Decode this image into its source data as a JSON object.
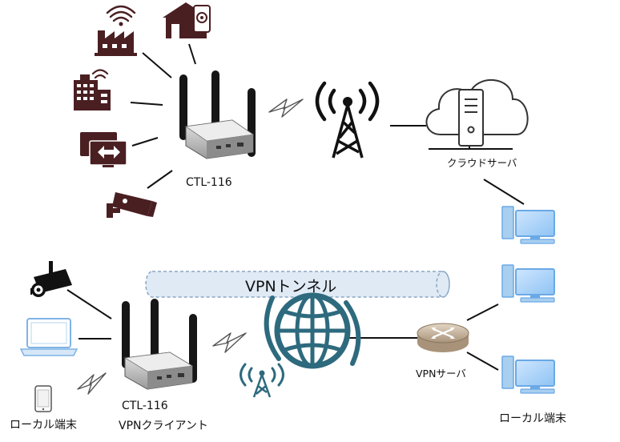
{
  "top": {
    "device_label": "CTL-116",
    "cloud_label": "クラウドサーバ"
  },
  "bottom": {
    "tunnel_label": "VPNトンネル",
    "device_label_line1": "CTL-116",
    "device_label_line2": "VPNクライアント",
    "vpn_server_label": "VPNサーバ",
    "local_left_label": "ローカル端末",
    "local_right_label": "ローカル端末"
  },
  "colors": {
    "icon_dark": "#4a1f22",
    "icon_black": "#111111",
    "globe": "#2e6a7e",
    "monitor_blue": "#6aa9e6",
    "tunnel_fill": "#dfeaf5",
    "tunnel_stroke": "#8aa7c4",
    "router_body": "#c9b9a3"
  },
  "icons": [
    "factory-wifi-icon",
    "smart-home-icon",
    "smart-building-icon",
    "monitor-sync-icon",
    "security-camera-icon",
    "cell-tower-icon",
    "cloud-server-icon",
    "desktop-pc-icon",
    "globe-icon",
    "router-icon",
    "laptop-icon",
    "smartphone-icon",
    "lightning-icon"
  ]
}
